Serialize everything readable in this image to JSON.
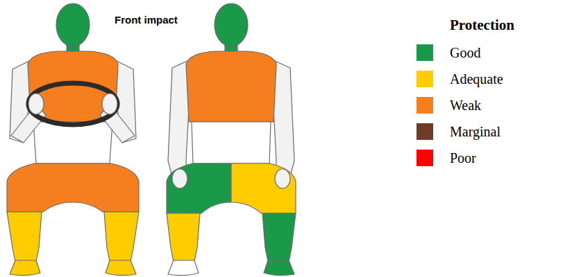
{
  "diagram": {
    "labels": [
      "Front impact",
      "Protection"
    ],
    "legend": [
      {
        "text": "Good",
        "color": "#1a9a48"
      },
      {
        "text": "Adequate",
        "color": "#ffcc00"
      },
      {
        "text": "Weak",
        "color": "#f57f1f"
      },
      {
        "text": "Marginal",
        "color": "#6e3b2b"
      },
      {
        "text": "Poor",
        "color": "#ff0000"
      }
    ]
  }
}
